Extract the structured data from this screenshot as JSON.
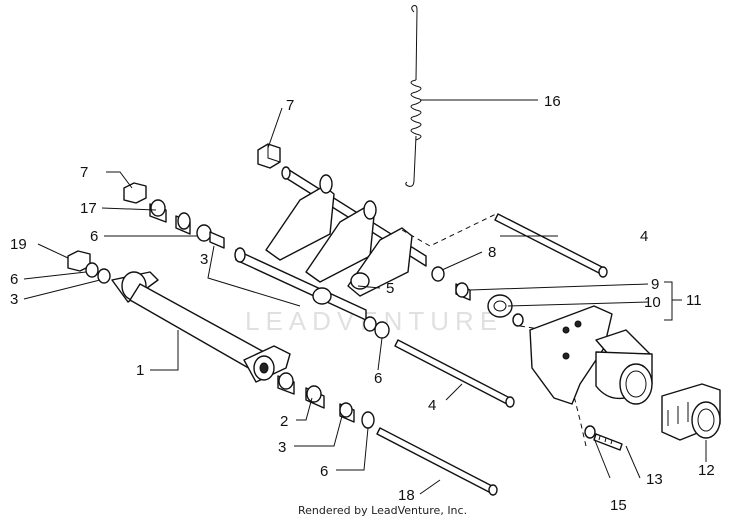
{
  "callouts": {
    "c1": "1",
    "c2": "2",
    "c3a": "3",
    "c3b": "3",
    "c3c": "3",
    "c4a": "4",
    "c4b": "4",
    "c5": "5",
    "c6a": "6",
    "c6b": "6",
    "c6c": "6",
    "c6d": "6",
    "c7a": "7",
    "c7b": "7",
    "c8": "8",
    "c9": "9",
    "c10": "10",
    "c11": "11",
    "c12": "12",
    "c13": "13",
    "c15": "15",
    "c16": "16",
    "c17": "17",
    "c18": "18",
    "c19": "19"
  },
  "watermark": "LEADVENTURE",
  "footer": "Rendered by LeadVenture, Inc."
}
